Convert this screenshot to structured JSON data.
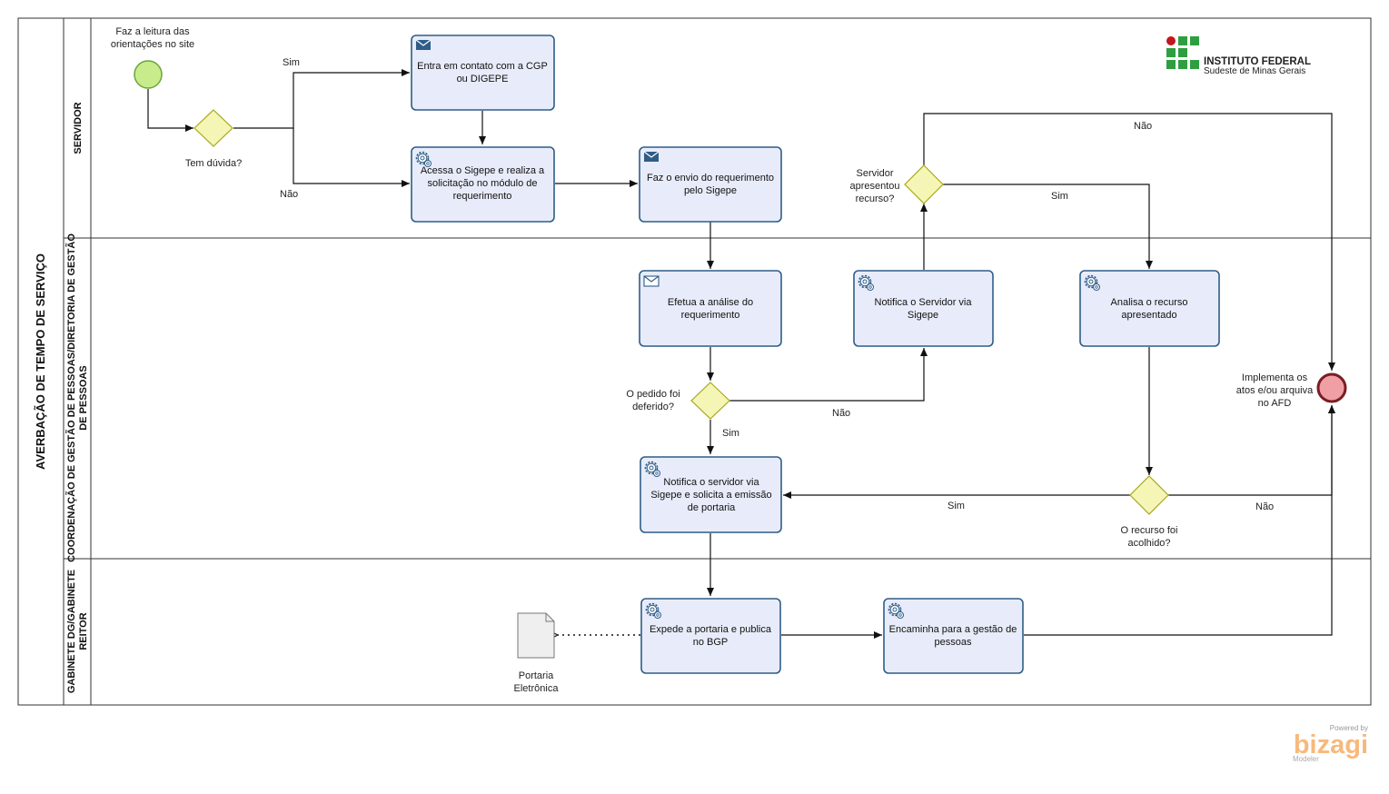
{
  "pool": {
    "title": "AVERBAÇÃO DE TEMPO DE SERVIÇO"
  },
  "lanes": [
    {
      "id": "servidor",
      "title": "SERVIDOR"
    },
    {
      "id": "coord",
      "title_lines": [
        "COORDENAÇÃO DE GESTÃO DE PESSOAS/DIRETORIA DE GESTÃO",
        "DE PESSOAS"
      ]
    },
    {
      "id": "gabinete",
      "title_lines": [
        "GABINETE DG/GABINETE",
        "REITOR"
      ]
    }
  ],
  "logo": {
    "name": "INSTITUTO FEDERAL",
    "subtitle": "Sudeste de Minas Gerais",
    "colors": {
      "red": "#c4161c",
      "green": "#2f9e41"
    }
  },
  "events": {
    "start": {
      "label_lines": [
        "Faz a leitura das",
        "orientações no site"
      ],
      "color": "#c8ec8c"
    },
    "end": {
      "label_lines": [
        "Implementa os",
        "atos e/ou arquiva",
        "no AFD"
      ],
      "color": "#f0a0a4"
    }
  },
  "gateways": {
    "duvida": {
      "label": "Tem dúvida?"
    },
    "recurso": {
      "label_lines": [
        "Servidor",
        "apresentou",
        "recurso?"
      ]
    },
    "deferido": {
      "label_lines": [
        "O pedido foi",
        "deferido?"
      ]
    },
    "acolhido": {
      "label_lines": [
        "O recurso foi",
        "acolhido?"
      ]
    }
  },
  "tasks": {
    "contato": {
      "icon": "envelope-icon",
      "lines": [
        "Entra em contato com a CGP",
        "ou DIGEPE"
      ]
    },
    "acessa": {
      "icon": "gear-icon",
      "lines": [
        "Acessa o Sigepe e realiza a",
        "solicitação no módulo de",
        "requerimento"
      ]
    },
    "envio": {
      "icon": "envelope-icon",
      "lines": [
        "Faz o envio do requerimento",
        "pelo Sigepe"
      ]
    },
    "analise": {
      "icon": "envelope-icon",
      "lines": [
        "Efetua a análise do",
        "requerimento"
      ]
    },
    "notifica_servidor": {
      "icon": "gear-icon",
      "lines": [
        "Notifica o Servidor via",
        "Sigepe"
      ]
    },
    "analisa_recurso": {
      "icon": "gear-icon",
      "lines": [
        "Analisa o recurso",
        "apresentado"
      ]
    },
    "notifica_portaria": {
      "icon": "gear-icon",
      "lines": [
        "Notifica o servidor via",
        "Sigepe e solicita a emissão",
        "de portaria"
      ]
    },
    "expede": {
      "icon": "gear-icon",
      "lines": [
        "Expede a portaria e publica",
        "no BGP"
      ]
    },
    "encaminha": {
      "icon": "gear-icon",
      "lines": [
        "Encaminha para a gestão de",
        "pessoas"
      ]
    }
  },
  "artifact": {
    "label_lines": [
      "Portaria",
      "Eletrônica"
    ]
  },
  "flow_labels": {
    "sim": "Sim",
    "nao": "Não"
  },
  "watermark": {
    "powered": "Powered by",
    "brand": "bizagi",
    "product": "Modeler"
  },
  "colors": {
    "task_fill": "#e8ecfa",
    "task_stroke": "#2f5d87",
    "gateway_fill": "#f5f5b5",
    "gateway_stroke": "#a8a81e",
    "brand": "#f7b97b"
  }
}
